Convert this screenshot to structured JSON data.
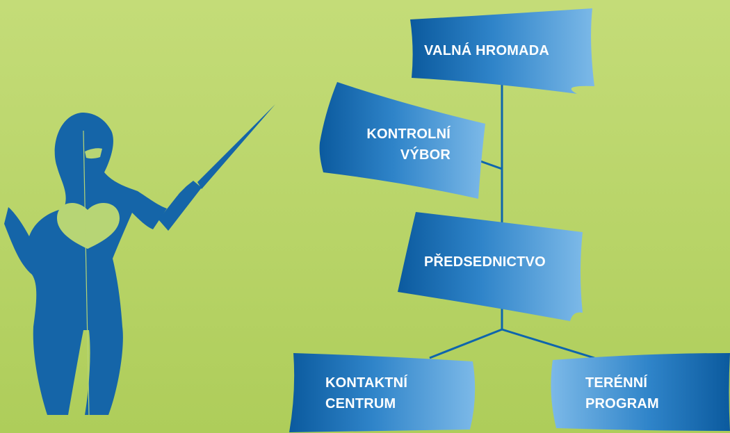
{
  "colors": {
    "background_top": "#c4dc78",
    "background_bottom": "#aecd5a",
    "box_dark": "#0d5fa3",
    "box_light": "#6fb0e2",
    "connector": "#0e65ad",
    "figure": "#1565a8",
    "heart": "#b7d575"
  },
  "diagram": {
    "nodes": {
      "general_assembly": {
        "line1": "VALNÁ HROMADA"
      },
      "control_committee": {
        "line1": "KONTROLNÍ",
        "line2": "VÝBOR"
      },
      "board": {
        "line1": "PŘEDSEDNICTVO"
      },
      "contact_center": {
        "line1": "KONTAKTNÍ",
        "line2": "CENTRUM"
      },
      "field_program": {
        "line1": "TERÉNNÍ",
        "line2": "PROGRAM"
      }
    }
  },
  "illustration": {
    "figure_icon": "presenter-with-pointer",
    "heart_icon": "heart"
  }
}
